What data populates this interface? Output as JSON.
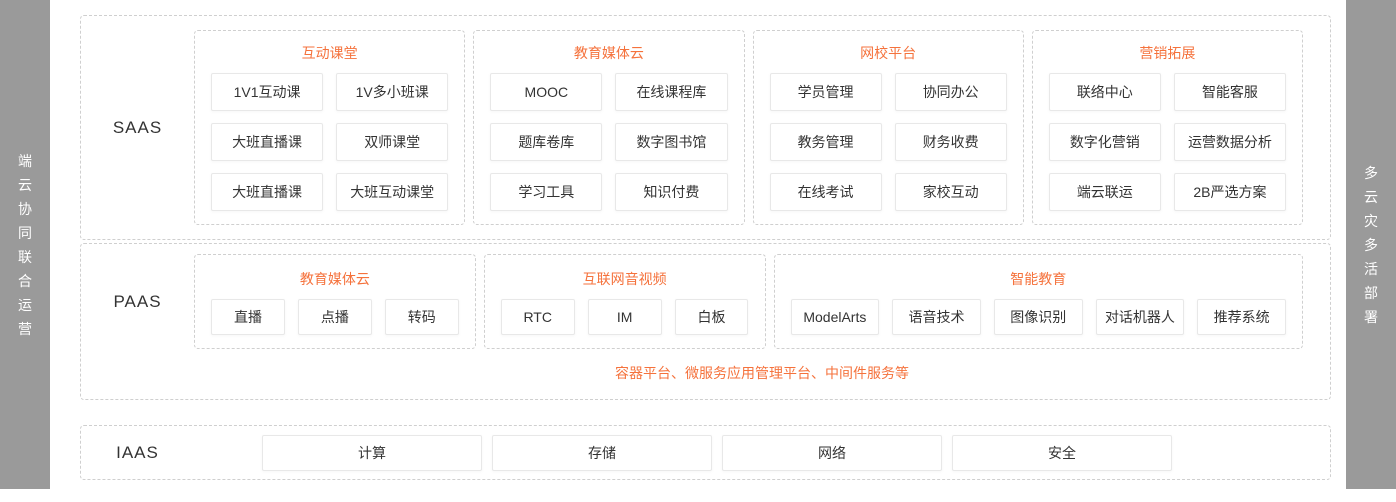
{
  "accent_color": "#f5723c",
  "rail_color": "#9a9a9a",
  "left_rail": {
    "chars": [
      "端",
      "云",
      "协",
      "同",
      "联",
      "合",
      "运",
      "营"
    ]
  },
  "right_rail": {
    "chars": [
      "多",
      "云",
      "灾",
      "多",
      "活",
      "部",
      "署"
    ]
  },
  "saas": {
    "label": "SAAS",
    "groups": [
      {
        "title": "互动课堂",
        "items": [
          "1V1互动课",
          "1V多小班课",
          "大班直播课",
          "双师课堂",
          "大班直播课",
          "大班互动课堂"
        ]
      },
      {
        "title": "教育媒体云",
        "items": [
          "MOOC",
          "在线课程库",
          "题库卷库",
          "数字图书馆",
          "学习工具",
          "知识付费"
        ]
      },
      {
        "title": "网校平台",
        "items": [
          "学员管理",
          "协同办公",
          "教务管理",
          "财务收费",
          "在线考试",
          "家校互动"
        ]
      },
      {
        "title": "营销拓展",
        "items": [
          "联络中心",
          "智能客服",
          "数字化营销",
          "运营数据分析",
          "端云联运",
          "2B严选方案"
        ]
      }
    ]
  },
  "paas": {
    "label": "PAAS",
    "groups": [
      {
        "title": "教育媒体云",
        "items": [
          "直播",
          "点播",
          "转码"
        ]
      },
      {
        "title": "互联网音视频",
        "items": [
          "RTC",
          "IM",
          "白板"
        ]
      },
      {
        "title": "智能教育",
        "items": [
          "ModelArts",
          "语音技术",
          "图像识别",
          "对话机器人",
          "推荐系统"
        ]
      }
    ],
    "note": "容器平台、微服务应用管理平台、中间件服务等"
  },
  "iaas": {
    "label": "IAAS",
    "items": [
      "计算",
      "存储",
      "网络",
      "安全"
    ]
  }
}
